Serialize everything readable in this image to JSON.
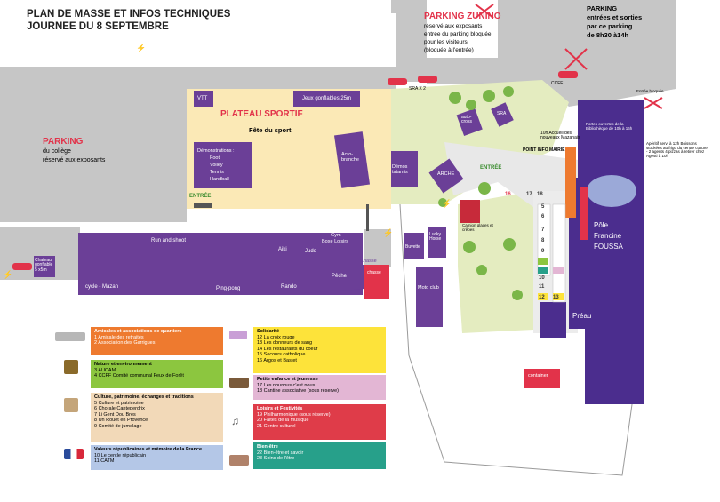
{
  "title": {
    "line1": "PLAN DE MASSE ET INFOS TECHNIQUES",
    "line2": "JOURNEE DU 8 SEPTEMBRE"
  },
  "parking_left": {
    "title": "PARKING",
    "line1": "du collège",
    "line2": "réservé aux exposants"
  },
  "parking_zunino": {
    "title": "PARKING ZUNINO",
    "line1": "réservé aux exposants",
    "line2": "entrée du parking bloquée",
    "line3": "pour les visiteurs",
    "line4": "(bloquée à l'entrée)"
  },
  "parking_right": {
    "line1": "PARKING",
    "line2": "entrées et sorties",
    "line3": "par ce parking",
    "line4": "de 8h30 à14h"
  },
  "plateau": {
    "title": "PLATEAU SPORTIF",
    "subtitle": "Fête du sport",
    "vtt": "VTT",
    "jeux": "Jeux gonflables 25m",
    "demos_title": "Démonstrations :",
    "demos": [
      "Foot",
      "Volley",
      "Tennis",
      "Handball"
    ],
    "acro": "Acro-branche",
    "entree": "ENTRÉE"
  },
  "stands": {
    "run": "Run and shoot",
    "aiki": "Aiki",
    "judo": "Judo",
    "gym": "Gym",
    "boxe": "Boxe Loisirs",
    "chasse": "Chasse",
    "cycle": "cycle - Mazan",
    "ping": "Ping-pong",
    "rando": "Rando",
    "peche": "Pêche",
    "chateau": "Chateau gonflable 5 x5m",
    "demos_tatamis": "Démos tatamis",
    "buvette": "Buvette",
    "lucky": "Lucky Horse",
    "moto": "Moto club",
    "autocross": "auto-cross",
    "sra": "SRA",
    "sra2": "SRA X 2",
    "ccff": "CCFF",
    "arche": "ARCHE",
    "entree2": "ENTRÉE",
    "accueil": "10h Accueil des nouveaux Mazanais",
    "point_info": "POINT INFO MAIRIE",
    "camion": "Camion glaces et crêpes",
    "container": "container",
    "preau": "Préau",
    "portes": "Portes ouvertes de la Bibliothèque de 10h à 16h",
    "aperitif": "Apéritif servi à 12h Boissons stockées au frigo du centre culturel - 2 agents 4 pizzas à retirer chez Agesti à 10h",
    "entree_bloquee": "Entrée bloquée",
    "pole1": "Pôle",
    "pole2": "Francine",
    "pole3": "FOUSSA",
    "chasse2": "chasse"
  },
  "numbers": {
    "left_col": [
      "5",
      "7",
      "8",
      "9",
      "10",
      "11",
      "12",
      "13"
    ],
    "right_col": [
      "6",
      "",
      "",
      "",
      "",
      "",
      "",
      ""
    ],
    "top": [
      "16",
      "17",
      "18"
    ]
  },
  "legend": [
    {
      "title": "Amicales et associations de quartiers",
      "items": [
        "1 Amicale des retraités",
        "2 Association des Garrigues"
      ],
      "color": "#ee7a2f"
    },
    {
      "title": "Nature et environnement",
      "items": [
        "3 AUCAM",
        "4 CCFF Comité communal Feux de Forêt"
      ],
      "color": "#8cc63f"
    },
    {
      "title": "Culture, patrimoine, échanges et traditions",
      "items": [
        "5 Culture et patrimoine",
        "6 Chorale Canteperdrix",
        "7 Li Gent Dou Brès",
        "8 Un Rouet en Provence",
        "9 Comité de jumelage"
      ],
      "color": "#f2d9b8"
    },
    {
      "title": "Valeurs républicaines et mémoire de la France",
      "items": [
        "10 Le cercle républicain",
        "11 CATM"
      ],
      "color": "#b4c7e7"
    },
    {
      "title": "Solidarité",
      "items": [
        "12 La croix rouge",
        "13 Les donneurs de sang",
        "14 Les restaurants du coeur",
        "15 Secours catholique",
        "16 Argos et Bastet"
      ],
      "color": "#fde33a"
    },
    {
      "title": "Petite enfance et jeunesse",
      "items": [
        "17 Les nounous c'est nous",
        "18 Cantine associative (sous réserve)"
      ],
      "color": "#e3b6d4"
    },
    {
      "title": "Loisirs et Festivités",
      "items": [
        "19 Philharmonique (sous réserve)",
        "20 Faites de la musique",
        "21 Centre culturel"
      ],
      "color": "#df3c49"
    },
    {
      "title": "Bien-être",
      "items": [
        "22 Bien-être et savoir",
        "23 Soins de l'être"
      ],
      "color": "#27a08a"
    }
  ],
  "colors": {
    "purple": "#6b3f97",
    "navy": "#4b2d8e",
    "road": "#c6c6c6",
    "plateau": "#fbe9b6",
    "grass": "#e4ecc0",
    "red": "#e2334a"
  }
}
